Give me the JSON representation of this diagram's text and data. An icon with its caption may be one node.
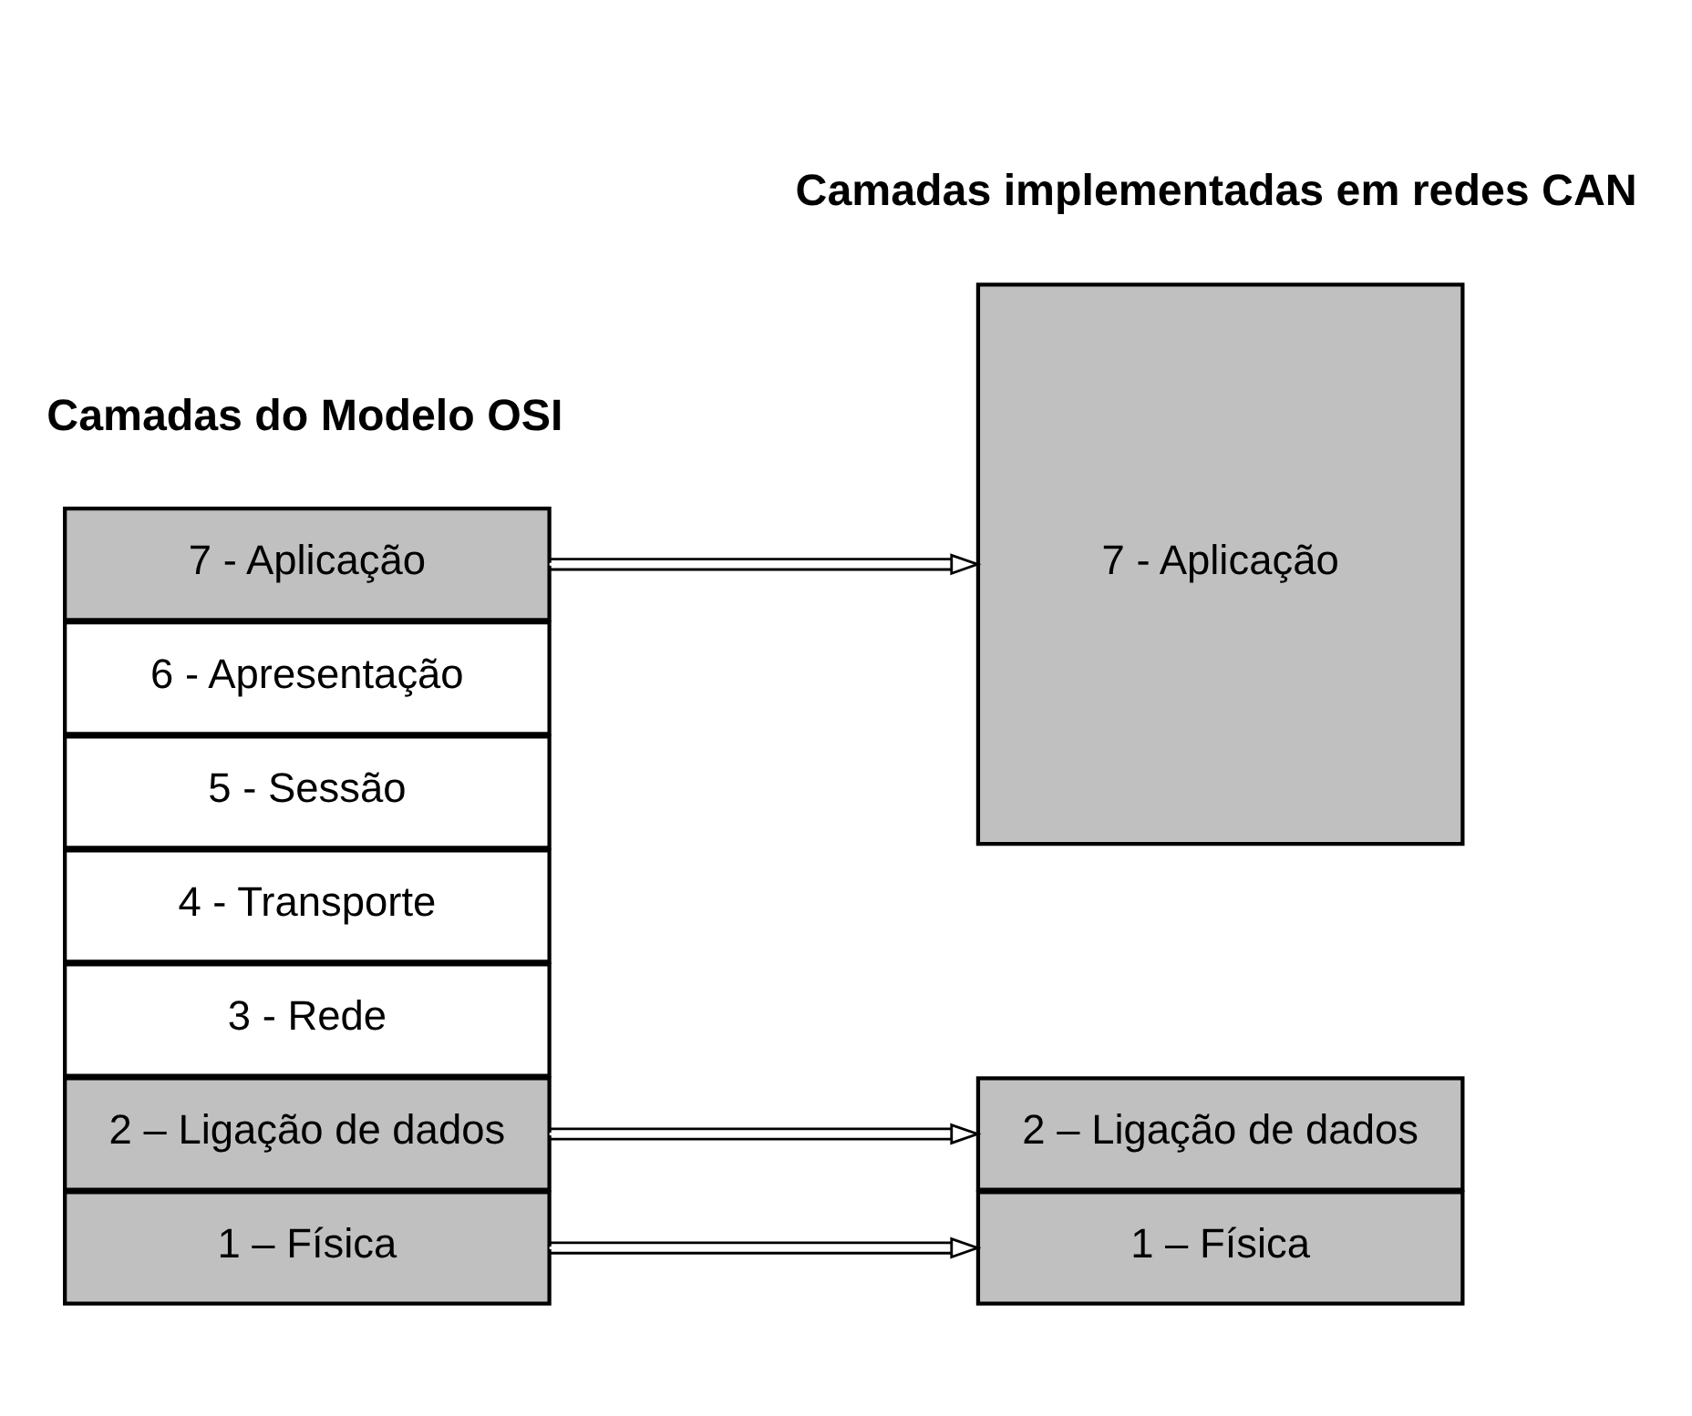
{
  "diagram": {
    "nodes": [
      {
        "text": [
          "7 - Aplicação"
        ]
      },
      {
        "text": [
          "6 - Apresentação"
        ]
      },
      {
        "text": [
          "5 - Sessão"
        ]
      },
      {
        "text": [
          "4 - Transporte"
        ]
      },
      {
        "text": [
          "3 - Rede"
        ]
      },
      {
        "text": [
          "2 – Ligação de dados"
        ]
      },
      {
        "text": [
          "1 – Física"
        ]
      },
      {
        "text": [
          "7 - Aplicação"
        ]
      },
      {
        "text": [
          "2 – Ligação de dados"
        ]
      },
      {
        "text": [
          "1 – Física"
        ]
      }
    ],
    "edges": [
      {
        "from": 0,
        "to": 7,
        "arrow": "to"
      },
      {
        "from": 5,
        "to": 8,
        "arrow": "to"
      },
      {
        "from": 6,
        "to": 9,
        "arrow": "to"
      }
    ],
    "labels": [
      "Camadas do Modelo OSI",
      "Camadas implementadas em redes CAN"
    ]
  }
}
